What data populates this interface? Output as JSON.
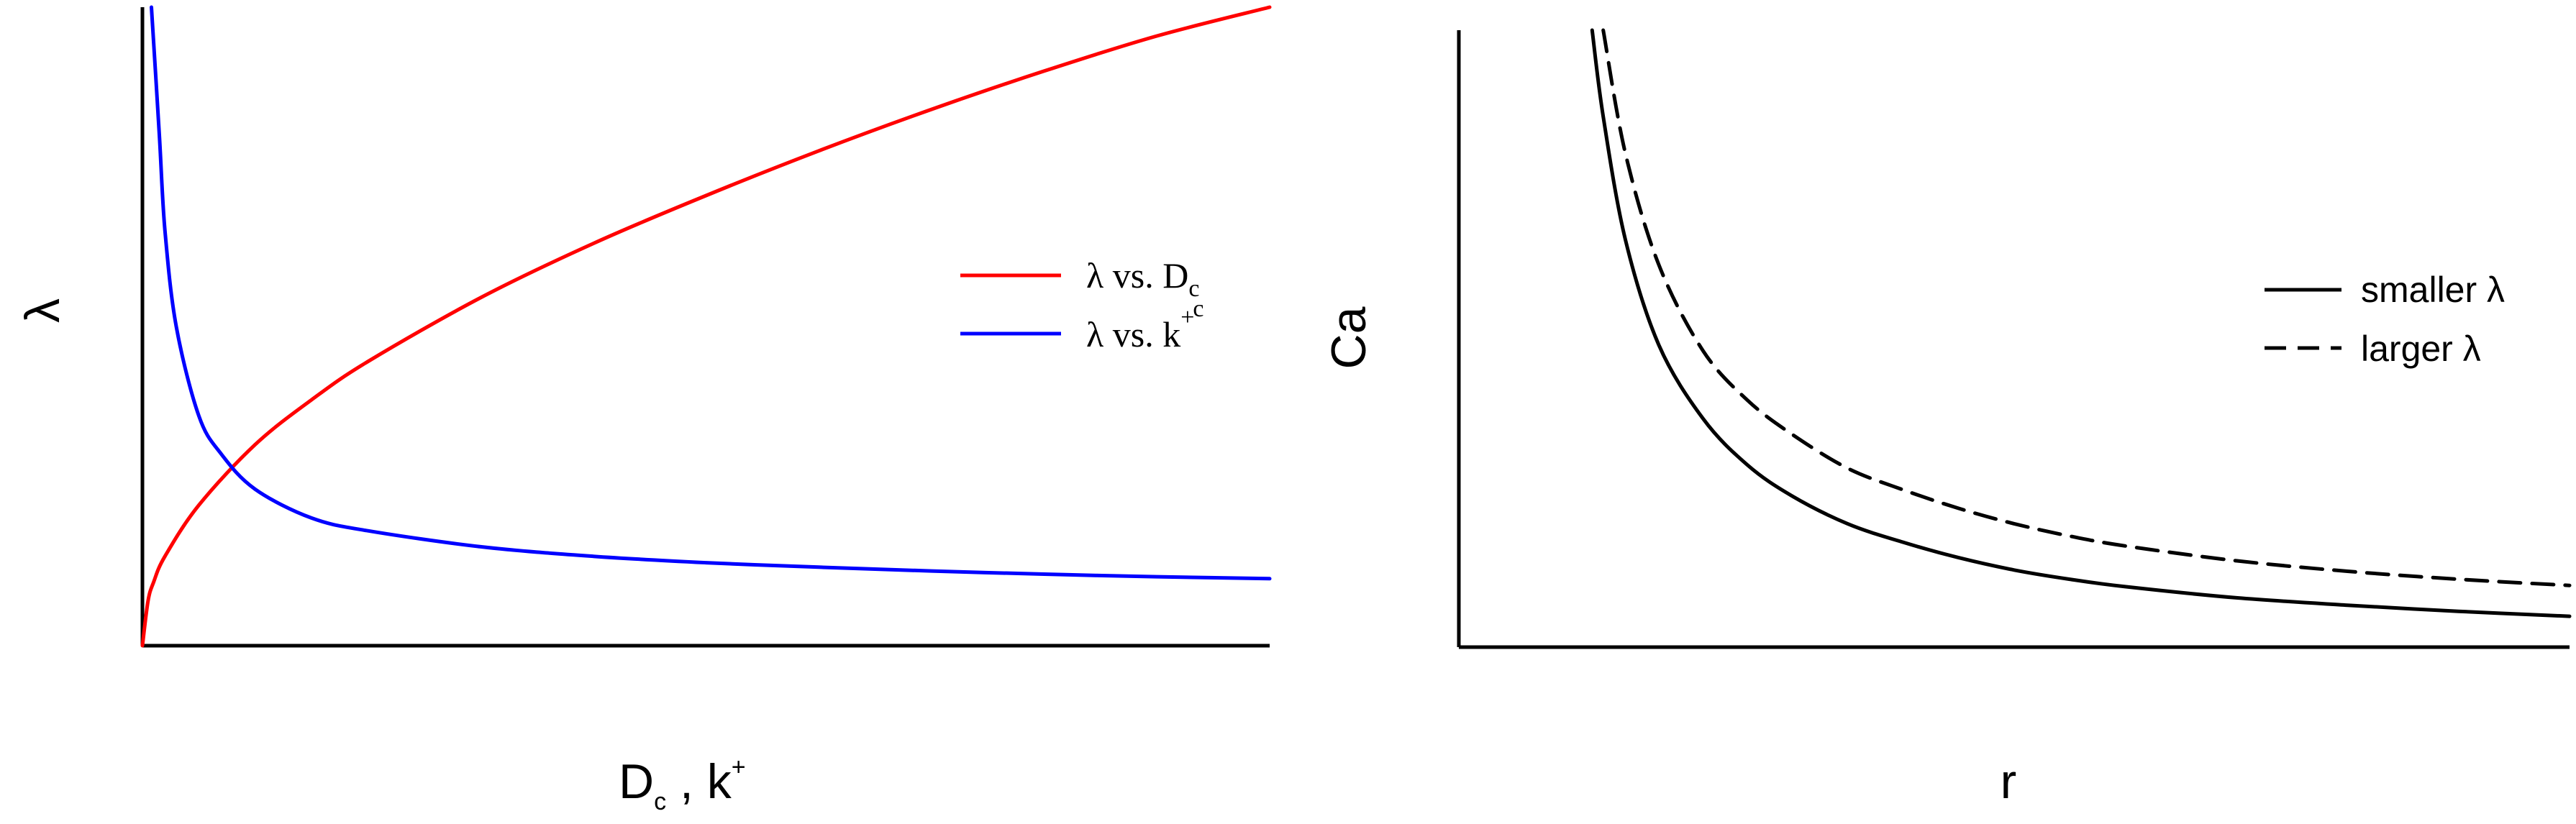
{
  "chart_data": [
    {
      "type": "line",
      "title": "",
      "xlabel": {
        "main": "D",
        "sub": "c",
        "mid": " , k",
        "sup": "+"
      },
      "ylabel": "λ",
      "xlim": [
        0,
        1
      ],
      "ylim": [
        0,
        1
      ],
      "ticks": "none",
      "grid": false,
      "legend_position": "right",
      "series": [
        {
          "name": {
            "main": "λ vs. D",
            "sub": "c"
          },
          "color": "#ff0000",
          "line_style": "solid",
          "x": [
            0,
            0.005,
            0.01,
            0.02,
            0.05,
            0.1,
            0.15,
            0.2,
            0.3,
            0.4,
            0.5,
            0.6,
            0.7,
            0.8,
            0.9,
            1.0
          ],
          "y": [
            0,
            0.07,
            0.1,
            0.14,
            0.22,
            0.315,
            0.385,
            0.445,
            0.545,
            0.63,
            0.705,
            0.775,
            0.84,
            0.9,
            0.955,
            1.0
          ]
        },
        {
          "name": {
            "main": "λ vs. k",
            "sup": "+",
            "sub": "c"
          },
          "color": "#0000ff",
          "line_style": "solid",
          "x": [
            0.008,
            0.015,
            0.02,
            0.03,
            0.05,
            0.07,
            0.1,
            0.15,
            0.2,
            0.3,
            0.4,
            0.5,
            0.6,
            0.7,
            0.8,
            0.9,
            1.0
          ],
          "y": [
            1.0,
            0.8,
            0.65,
            0.5,
            0.36,
            0.3,
            0.245,
            0.2,
            0.18,
            0.155,
            0.14,
            0.13,
            0.123,
            0.117,
            0.112,
            0.108,
            0.105
          ]
        }
      ]
    },
    {
      "type": "line",
      "title": "",
      "xlabel": "r",
      "ylabel": "Ca",
      "xlim": [
        0,
        1
      ],
      "ylim": [
        0,
        1
      ],
      "ticks": "none",
      "grid": false,
      "legend_position": "right",
      "series": [
        {
          "name": "smaller λ",
          "color": "#000000",
          "line_style": "solid",
          "x": [
            0.12,
            0.13,
            0.15,
            0.18,
            0.22,
            0.26,
            0.3,
            0.35,
            0.4,
            0.45,
            0.5,
            0.55,
            0.6,
            0.7,
            0.8,
            0.9,
            1.0
          ],
          "y": [
            1.0,
            0.86,
            0.66,
            0.49,
            0.37,
            0.295,
            0.245,
            0.2,
            0.17,
            0.145,
            0.125,
            0.11,
            0.098,
            0.08,
            0.068,
            0.058,
            0.05
          ]
        },
        {
          "name": "larger λ",
          "color": "#000000",
          "line_style": "dashed",
          "x": [
            0.13,
            0.15,
            0.18,
            0.22,
            0.26,
            0.3,
            0.35,
            0.4,
            0.45,
            0.5,
            0.55,
            0.6,
            0.7,
            0.8,
            0.9,
            1.0
          ],
          "y": [
            1.0,
            0.8,
            0.62,
            0.48,
            0.4,
            0.345,
            0.29,
            0.255,
            0.225,
            0.2,
            0.18,
            0.164,
            0.14,
            0.123,
            0.11,
            0.1
          ]
        }
      ]
    }
  ]
}
